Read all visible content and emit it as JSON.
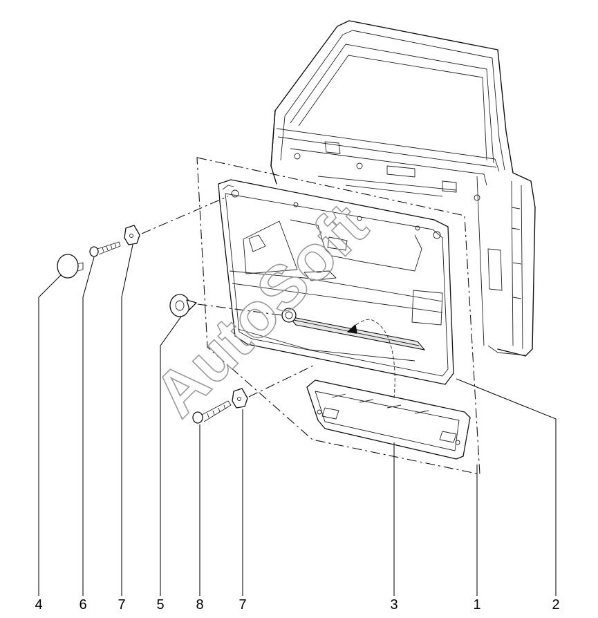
{
  "callouts": {
    "c4": "4",
    "c6": "6",
    "c7a": "7",
    "c5": "5",
    "c8": "8",
    "c7b": "7",
    "c3": "3",
    "c1": "1",
    "c2": "2"
  },
  "watermark": "AutoSoft",
  "colors": {
    "line": "#111111",
    "watermark": "#9a9a9a",
    "background": "#ffffff"
  }
}
